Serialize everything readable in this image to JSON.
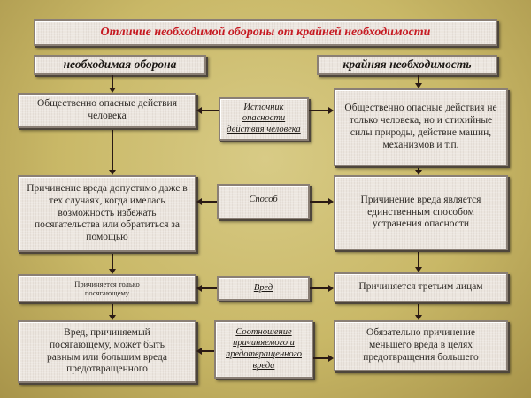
{
  "title": "Отличие необходимой обороны от крайней необходимости",
  "columns": {
    "left": "необходимая оборона",
    "right": "крайняя необходимость"
  },
  "rows": [
    {
      "criterion": "Источник опасности действия человека",
      "left": "Общественно опасные действия человека",
      "right": "Общественно опасные действия не только человека, но и стихийные силы природы, действие машин, механизмов и т.п."
    },
    {
      "criterion": "Способ",
      "left": "Причинение вреда допустимо даже в тех случаях, когда имелась возможность избежать посягательства или обратиться за помощью",
      "right": "Причинение вреда является единственным способом устранения опасности"
    },
    {
      "criterion": "Вред",
      "left": "Причиняется только посягающему",
      "right": "Причиняется третьим лицам"
    },
    {
      "criterion": "Соотношение причиняемого и предотвращенного вреда",
      "left": "Вред, причиняемый посягающему, может быть равным или большим вреда предотвращенного",
      "right": "Обязательно причинение меньшего вреда в целях предотвращения большего"
    }
  ],
  "colors": {
    "title_text": "#c61a22",
    "background": "#c9b867",
    "box_fill": "#ece6df",
    "connector": "#2a1a14"
  }
}
